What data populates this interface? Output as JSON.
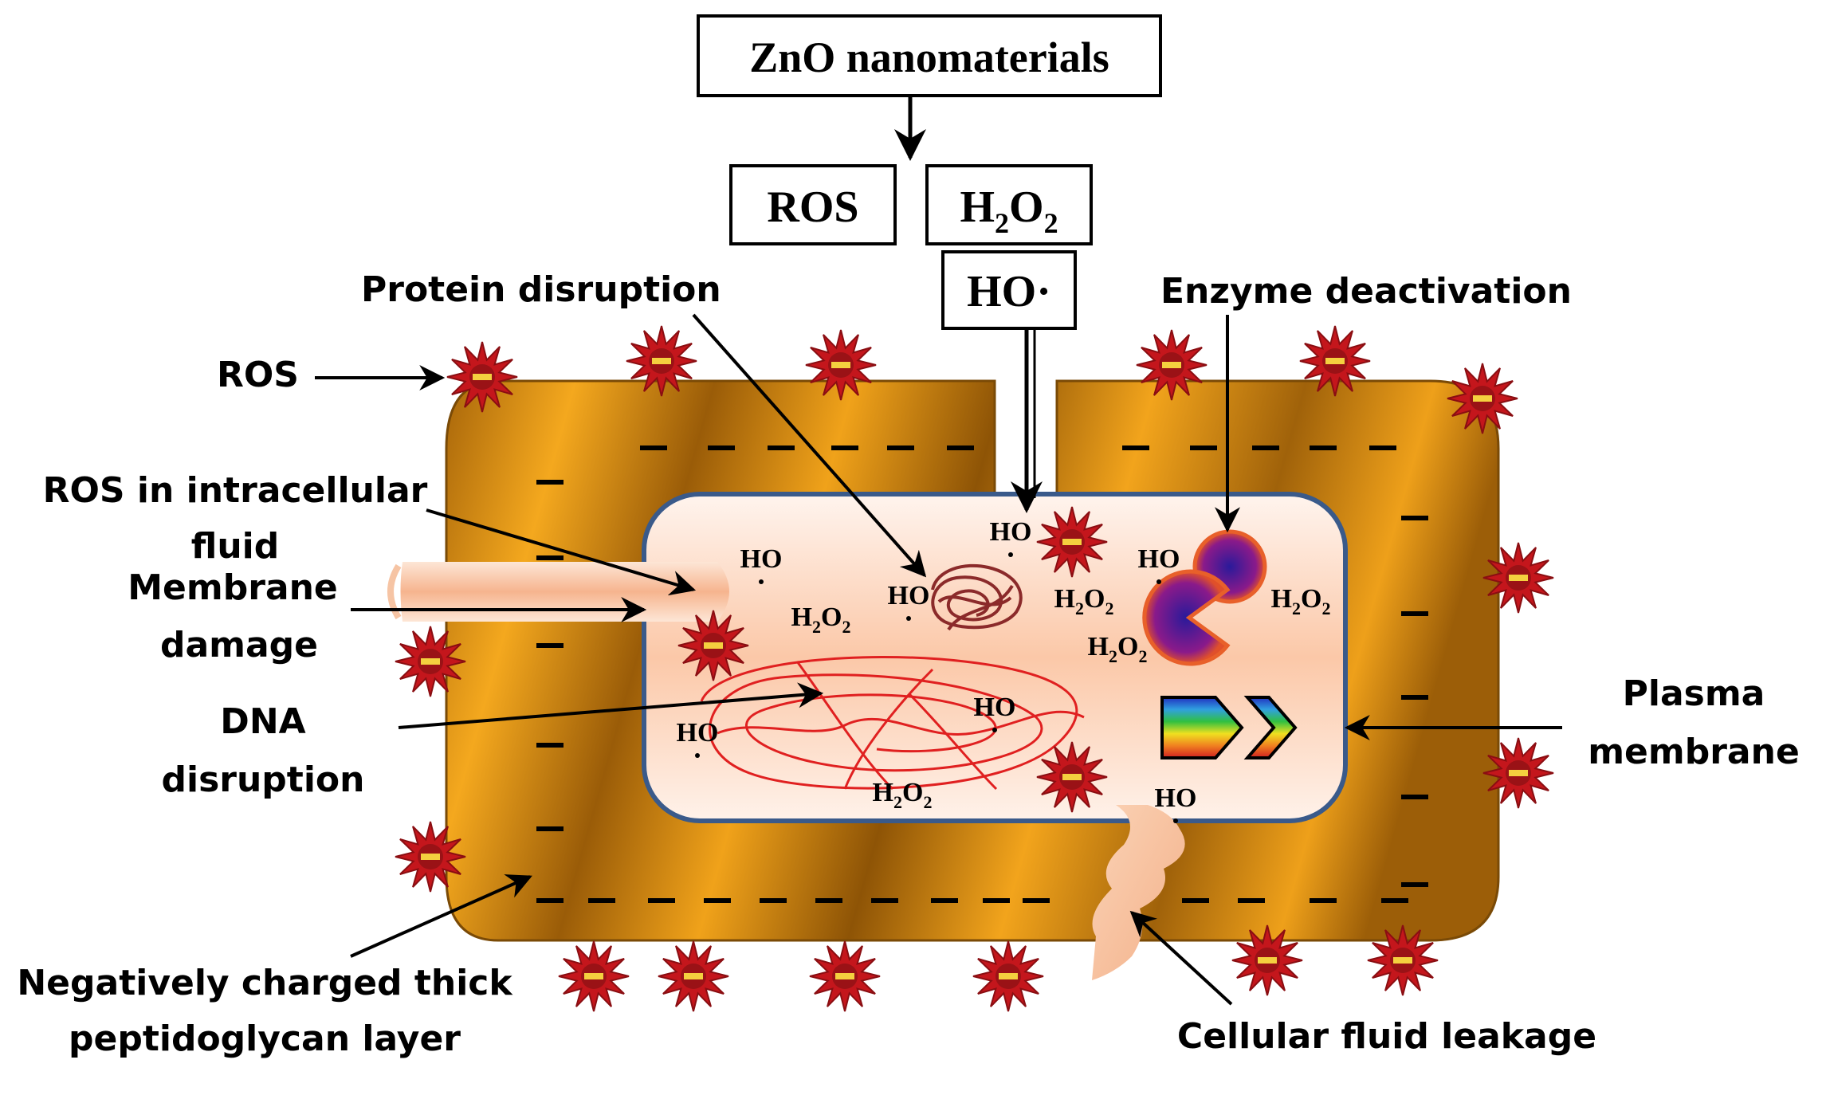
{
  "source_box": {
    "label": "ZnO nanomaterials"
  },
  "species_boxes": {
    "ros": "ROS",
    "h2o2": {
      "main": "H",
      "sub1": "2",
      "mid": "O",
      "sub2": "2"
    },
    "ho_radical": "HO·"
  },
  "labels": {
    "ros_outside": "ROS",
    "protein_disruption": "Protein disruption",
    "enzyme_deactivation": "Enzyme deactivation",
    "ros_intracellular_line1": "ROS in intracellular",
    "ros_intracellular_line2": "fluid",
    "membrane_damage_line1": "Membrane",
    "membrane_damage_line2": "damage",
    "dna_disruption_line1": "DNA",
    "dna_disruption_line2": "disruption",
    "plasma_membrane_line1": "Plasma",
    "plasma_membrane_line2": "membrane",
    "peptidoglycan_line1": "Negatively charged thick",
    "peptidoglycan_line2": "peptidoglycan layer",
    "cellular_fluid_leakage": "Cellular fluid leakage"
  },
  "intracellular_species": {
    "ho": "HO",
    "h2o2": {
      "main": "H",
      "sub1": "2",
      "mid": "O",
      "sub2": "2"
    }
  },
  "ros_marker_sign": "−",
  "colors": {
    "cell_wall": "#c07a10",
    "cell_wall_highlight": "#f2a41c",
    "cytoplasm": "#fde0cc",
    "membrane_outline": "#3a5a8a",
    "ros_star": "#c4161c",
    "ros_sign": "#f4d03f",
    "dna": "#e02020",
    "protein": "#8b2a2a",
    "enzyme": "#6a1a8a",
    "leak": "#f7c9a6"
  }
}
